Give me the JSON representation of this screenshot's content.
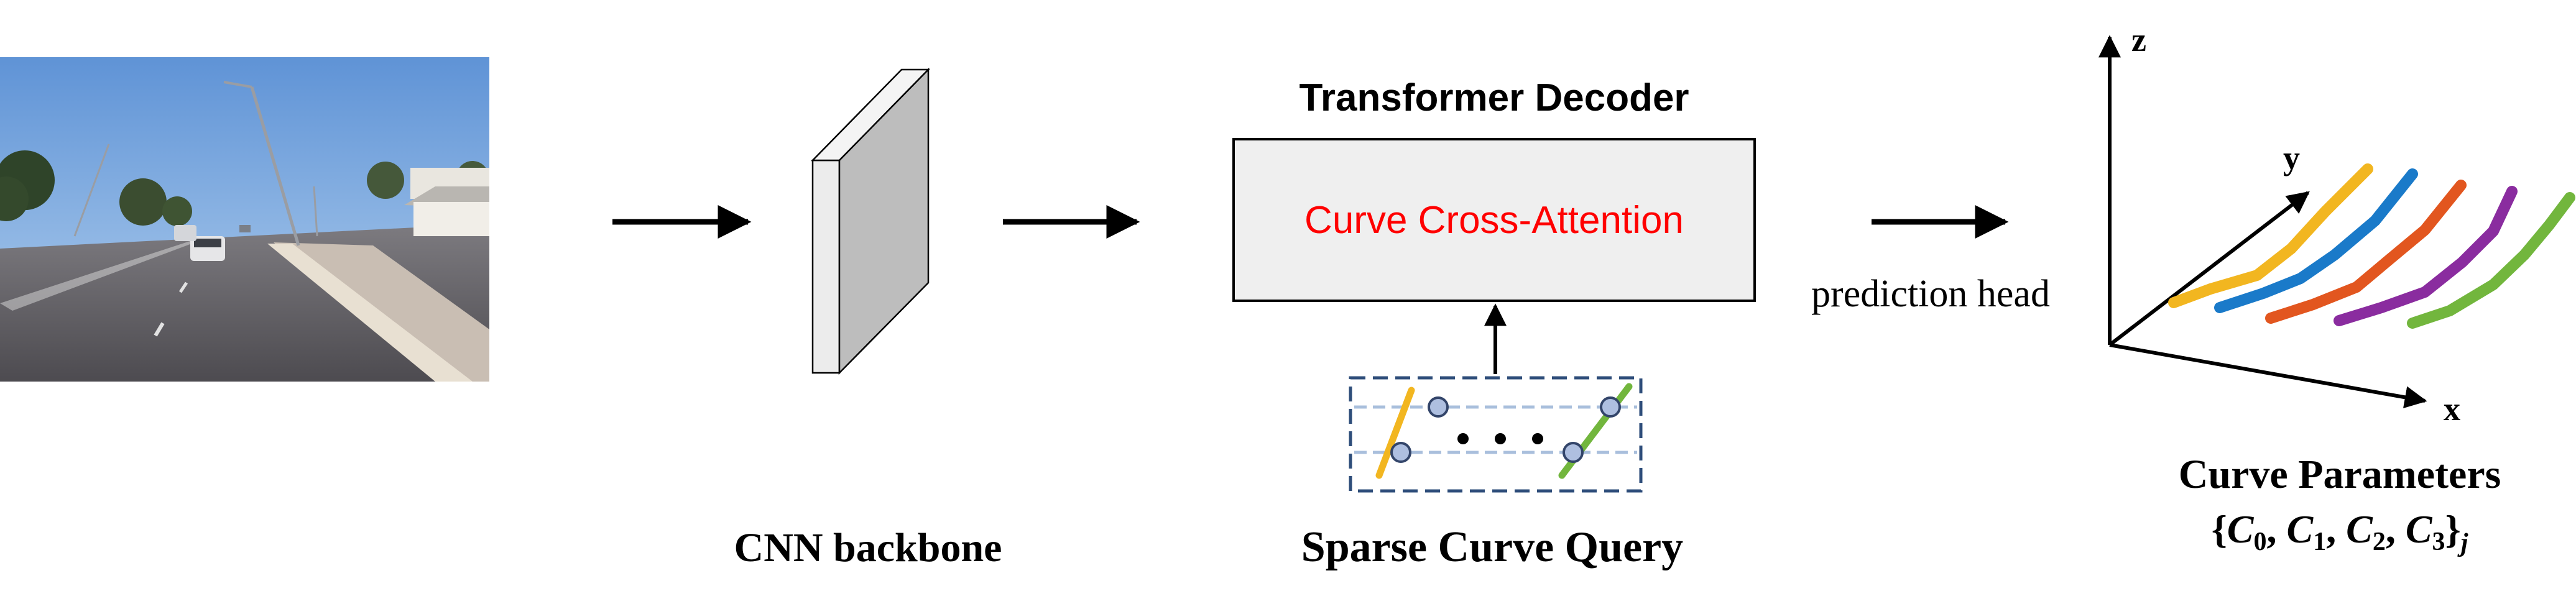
{
  "cnn": {
    "label": "CNN backbone"
  },
  "transformer": {
    "title": "Transformer Decoder",
    "inner_label": "Curve Cross-Attention",
    "inner_color": "#ff0000"
  },
  "query": {
    "label": "Sparse Curve Query",
    "ellipsis": "• • •"
  },
  "head": {
    "label": "prediction head"
  },
  "params": {
    "title": "Curve Parameters",
    "formula": {
      "open": "{",
      "c0": "C",
      "s0": "0",
      "c1": "C",
      "s1": "1",
      "c2": "C",
      "s2": "2",
      "c3": "C",
      "s3": "3",
      "close": "}",
      "sub": "j"
    }
  },
  "axes": {
    "x": "x",
    "y": "y",
    "z": "z"
  },
  "colors": {
    "arrow": "#000000",
    "box_fill": "#efefef",
    "query_border": "#2e4d7a",
    "query_gridline": "#a9bfdc",
    "curve_yellow": "#f2b620",
    "curve_blue": "#1a7ac9",
    "curve_orange": "#e2561f",
    "curve_purple": "#8a2c9f",
    "curve_green": "#72b63d",
    "node_fill": "#aebfe0",
    "node_stroke": "#33456a"
  },
  "curve_series": [
    "yellow",
    "blue",
    "orange",
    "purple",
    "green"
  ]
}
